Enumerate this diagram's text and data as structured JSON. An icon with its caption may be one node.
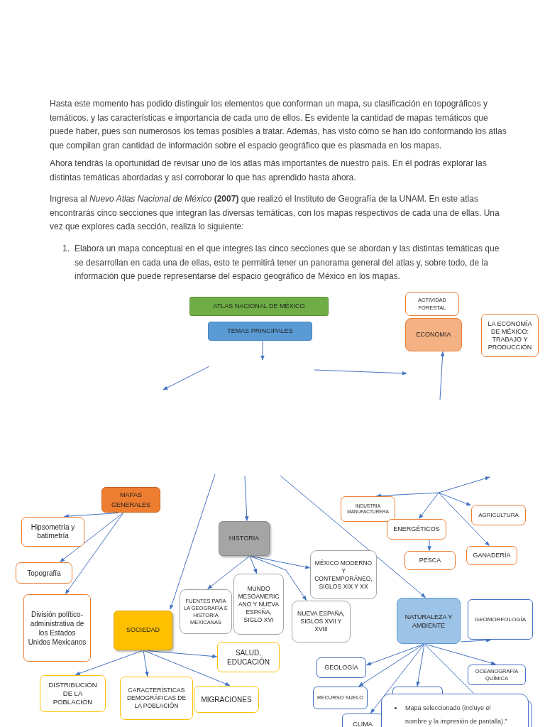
{
  "diagram": {
    "nodes": [
      {
        "text": [
          "ATLAS NACIONAL DE MÉXICO"
        ]
      },
      {
        "text": [
          "TEMAS PRINCIPALES"
        ]
      },
      {
        "text": [
          "ACTIVIDAD FORESTAL"
        ]
      },
      {
        "text": [
          "ECONOMIA"
        ]
      },
      {
        "text": [
          "LA ECONOMÍA DE MÉXICO: TRABAJO Y PRODUCCIÓN"
        ]
      },
      {
        "text": [
          "MAPAS GENERALES"
        ]
      },
      {
        "text": [
          "Hipsometría y batimetría"
        ]
      },
      {
        "text": [
          "Topografía"
        ]
      },
      {
        "text": [
          "División político-administrativa de los Estados Unidos Mexicanos"
        ]
      },
      {
        "text": [
          "HISTORIA"
        ]
      },
      {
        "text": [
          "FUENTES PARA LA GEOGRAFÍA E HISTORIA MEXICANAS"
        ]
      },
      {
        "text": [
          "MUNDO MESOAMERICANO Y NUEVA ESPAÑA, SIGLO XVI"
        ]
      },
      {
        "text": [
          "MÉXICO MODERNO Y CONTEMPORÁNEO, SIGLOS XIX Y XX"
        ]
      },
      {
        "text": [
          "NUEVA ESPAÑA, SIGLOS XVII Y XVIII"
        ]
      },
      {
        "text": [
          "SOCIEDAD"
        ]
      },
      {
        "text": [
          "SALUD, EDUCACIÓN"
        ]
      },
      {
        "text": [
          "DISTRIBUCIÓN DE LA POBLACIÓN"
        ]
      },
      {
        "text": [
          "CARACTERÍSTICAS DEMOGRÁFICAS DE LA POBLACIÓN"
        ]
      },
      {
        "text": [
          "MIGRACIONES"
        ]
      },
      {
        "text": [
          "INDUSTRIA MANUFACTURERA"
        ]
      },
      {
        "text": [
          "ENERGÉTICOS"
        ]
      },
      {
        "text": [
          "AGRICULTURA"
        ]
      },
      {
        "text": [
          "PESCA"
        ]
      },
      {
        "text": [
          "GANADERÍA"
        ]
      },
      {
        "text": [
          "NATURALEZA Y AMBIENTE"
        ]
      },
      {
        "text": [
          "GEOMORFOLOGÍA"
        ]
      },
      {
        "text": [
          "GEOLOGÍA"
        ]
      },
      {
        "text": [
          "OCEANOGRAFÍA QUÍMICA"
        ]
      },
      {
        "text": [
          "RECURSO SUELO"
        ]
      },
      {
        "text": [
          "CLIMA"
        ]
      },
      {
        "text": [],
        "shape": "box"
      },
      {
        "text": [
          "Mapa seleccionado (incluye el nombre y la impresión de pantalla).”"
        ]
      }
    ],
    "edges": [
      {
        "from": 1,
        "to": null,
        "arrow": "to"
      },
      {
        "from": null,
        "to": 3,
        "arrow": "to"
      },
      {
        "from": null,
        "to": 14,
        "arrow": "to"
      },
      {
        "from": null,
        "to": 9,
        "arrow": "to"
      },
      {
        "from": null,
        "to": 24,
        "arrow": "to"
      },
      {
        "from": 5,
        "to": 6,
        "arrow": "to"
      },
      {
        "from": 5,
        "to": 7,
        "arrow": "to"
      },
      {
        "from": 5,
        "to": 8,
        "arrow": "to"
      },
      {
        "from": 9,
        "to": 10,
        "arrow": "to"
      },
      {
        "from": 9,
        "to": 11,
        "arrow": "to"
      },
      {
        "from": 9,
        "to": 12,
        "arrow": "to"
      },
      {
        "from": 9,
        "to": 13,
        "arrow": "to"
      },
      {
        "from": 14,
        "to": 16,
        "arrow": "to"
      },
      {
        "from": 14,
        "to": 17,
        "arrow": "to"
      },
      {
        "from": 14,
        "to": 15,
        "arrow": "to"
      },
      {
        "from": 14,
        "to": 18,
        "arrow": "to"
      },
      {
        "from": null,
        "to": 19,
        "arrow": "to"
      },
      {
        "from": null,
        "to": 20,
        "arrow": "to"
      },
      {
        "from": null,
        "to": 21,
        "arrow": "to"
      },
      {
        "from": 20,
        "to": 22,
        "arrow": "to"
      },
      {
        "from": null,
        "to": 23,
        "arrow": "to"
      },
      {
        "from": 24,
        "to": 25,
        "arrow": "to"
      },
      {
        "from": 24,
        "to": 26,
        "arrow": "to"
      },
      {
        "from": 24,
        "to": 27,
        "arrow": "to"
      },
      {
        "from": 24,
        "to": 28,
        "arrow": "to"
      },
      {
        "from": 24,
        "to": 29,
        "arrow": "to"
      },
      {
        "from": 24,
        "to": 30,
        "arrow": "to"
      },
      {
        "from": 24,
        "to": 31,
        "arrow": "none"
      }
    ],
    "labels": [
      "Hasta este momento has podido distinguir los elementos que conforman un mapa, su clasificación en topográficos y temáticos, y las características e importancia de cada uno de ellos. Es evidente la cantidad de mapas temáticos que puede haber, pues son numerosos los temas posibles a tratar. Además, has visto cómo se han ido conformando los atlas que compilan gran cantidad de información sobre el espacio geográfico que es plasmada en los mapas.",
      "Ahora tendrás la oportunidad de revisar uno de los atlas más importantes de nuestro país. En él podrás explorar las distintas temáticas abordadas y así corroborar lo que has aprendido hasta ahora.",
      "Ingresa al *Nuevo Atlas Nacional de México* **(2007)** que realizó el Instituto de Geografía de la UNAM. En este atlas encontrarás cinco secciones que integran las diversas temáticas, con los mapas respectivos de cada una de ellas. Una vez que explores cada sección, realiza lo siguiente:",
      "1.",
      "Elabora un mapa conceptual en el que integres las cinco secciones que se abordan y las distintas temáticas que se desarrollan en cada una de ellas, esto te permitirá tener un panorama general del atlas y, sobre todo, de la información que puede representarse del espacio geográfico de México en los mapas."
    ]
  }
}
